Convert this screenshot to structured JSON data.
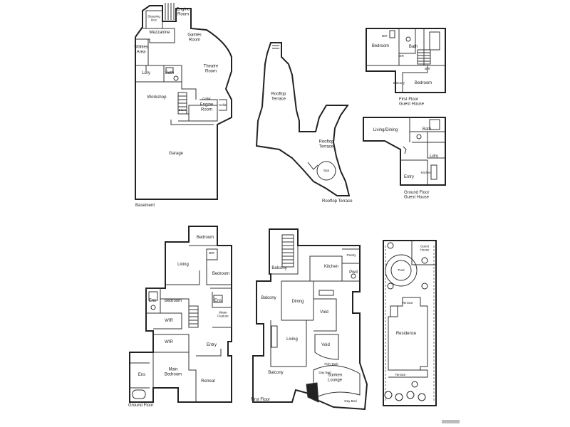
{
  "plans": {
    "basement": {
      "caption": "Basement",
      "rooms": {
        "engine_room_top": "Engine\nRoom",
        "mezzanine": "Mezzanine",
        "sleeping_box": "Sleeping\nBox",
        "games_room": "Games\nRoom",
        "utilities_area": "Utilities\nArea",
        "ldry": "Ldry",
        "bath": "Bath",
        "theatre_room": "Theatre\nRoom",
        "workshop": "Workshop",
        "cellar": "Cellar",
        "cellar_abbr": "Cellar",
        "store": "Store",
        "engine_room_bottom": "Engine\nRoom",
        "garage": "Garage"
      }
    },
    "rooftop": {
      "caption": "Rooftop Terrace",
      "rooms": {
        "rooftop_terrace_left": "Rooftop\nTerrace",
        "rooftop_terrace_right": "Rooftop\nTerrace",
        "spa": "Spa"
      }
    },
    "first_floor_guest": {
      "caption": "First Floor\nGuest House",
      "rooms": {
        "bedroom_left": "Bedroom",
        "bath": "Bath",
        "bir_left": "BIR",
        "bir_mid": "BIR",
        "bir_right": "BIR",
        "balcony": "Balcony",
        "bedroom_right": "Bedroom"
      }
    },
    "ground_floor_guest": {
      "caption": "Ground Floor\nGuest House",
      "rooms": {
        "living_dining": "Living/Dining",
        "bath": "Bath",
        "ldry": "Ldry",
        "entry": "Entry",
        "kitchen": "Kitchen"
      }
    },
    "ground_floor": {
      "caption": "Ground Floor",
      "rooms": {
        "bedroom_top": "Bedroom",
        "bir": "BIR",
        "living": "Living",
        "bedroom_right": "Bedroom",
        "ens_left": "Ens",
        "bedroom_mid": "Bedroom",
        "ens_mid": "Ens",
        "water_feature": "Water\nFeature",
        "wir_upper": "WIR",
        "wir_lower": "WIR",
        "entry": "Entry",
        "ens_bottom": "Ens",
        "main_bedroom": "Main\nBedroom",
        "retreat": "Retreat"
      }
    },
    "first_floor": {
      "caption": "First Floor",
      "rooms": {
        "pantry": "Pantry",
        "balcony_top": "Balcony",
        "kitchen": "Kitchen",
        "pwd": "Pwd",
        "balcony_left": "Balcony",
        "dining": "Dining",
        "void_upper": "Void",
        "living": "Living",
        "void_lower": "Void",
        "balcony_bottom": "Balcony",
        "sunken_lounge": "Sunken\nLounge",
        "day_bed_left": "Day Bed",
        "day_bed_bottom": "Day Bed",
        "fish_tank": "Fish Tank"
      }
    },
    "site_plan": {
      "rooms": {
        "guest_house": "Guest\nHouse",
        "pool": "Pool",
        "terrace_top": "Terrace",
        "residence": "Residence",
        "terrace_bottom": "Terrace"
      }
    }
  }
}
